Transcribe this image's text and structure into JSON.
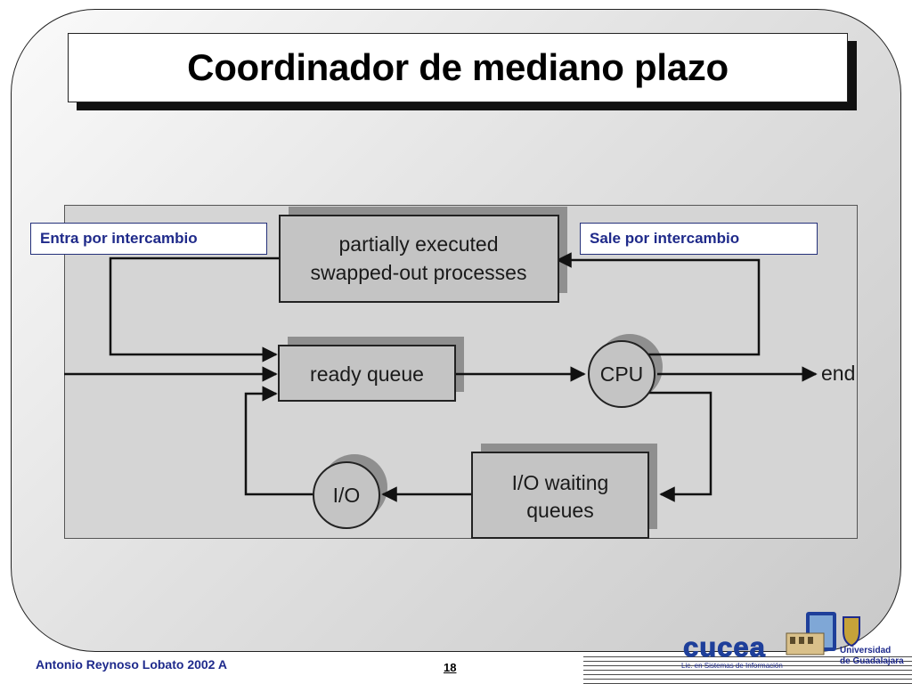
{
  "slide": {
    "title": "Coordinador de mediano plazo",
    "callout_in": "Entra por intercambio",
    "callout_out": "Sale por  intercambio",
    "author": "Antonio Reynoso Lobato 2002 A",
    "page_number": "18"
  },
  "diagram": {
    "nodes": {
      "swapped_line1": "partially executed",
      "swapped_line2": "swapped-out processes",
      "ready_queue": "ready queue",
      "cpu": "CPU",
      "io_waiting_line1": "I/O waiting",
      "io_waiting_line2": "queues",
      "io": "I/O",
      "end": "end"
    }
  },
  "logo": {
    "brand": "cucea",
    "subtitle": "Lic. en Sistemas de Información",
    "university_line1": "Universidad",
    "university_line2": "de Guadalajara"
  },
  "colors": {
    "callout_text": "#1f2a8a",
    "node_fill": "#c4c4c4",
    "shadow": "#8f8f8f",
    "arrow": "#111111"
  }
}
